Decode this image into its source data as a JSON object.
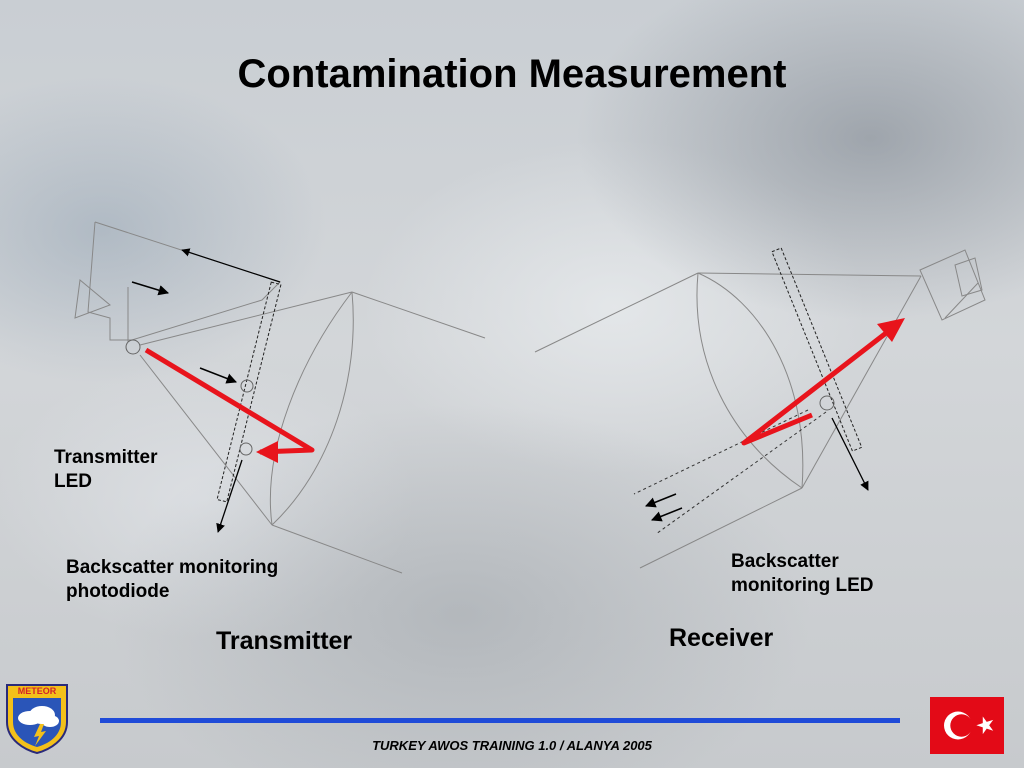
{
  "title": "Contamination Measurement",
  "labels": {
    "transmitter_led": "Transmitter\nLED",
    "backscatter_photodiode": "Backscatter monitoring\nphotodiode",
    "transmitter": "Transmitter",
    "receiver": "Receiver",
    "backscatter_led": "Backscatter\nmonitoring LED"
  },
  "footer": "TURKEY AWOS TRAINING 1.0 / ALANYA 2005",
  "logo": {
    "text": "METEOR",
    "icon": "meteor-cloud-lightning-shield-icon"
  },
  "flag_icon": "turkey-flag-icon",
  "colors": {
    "beam": "#e8141c",
    "bar": "#1f4bd8",
    "flag": "#e30a17",
    "logo_text": "#d2232a"
  }
}
